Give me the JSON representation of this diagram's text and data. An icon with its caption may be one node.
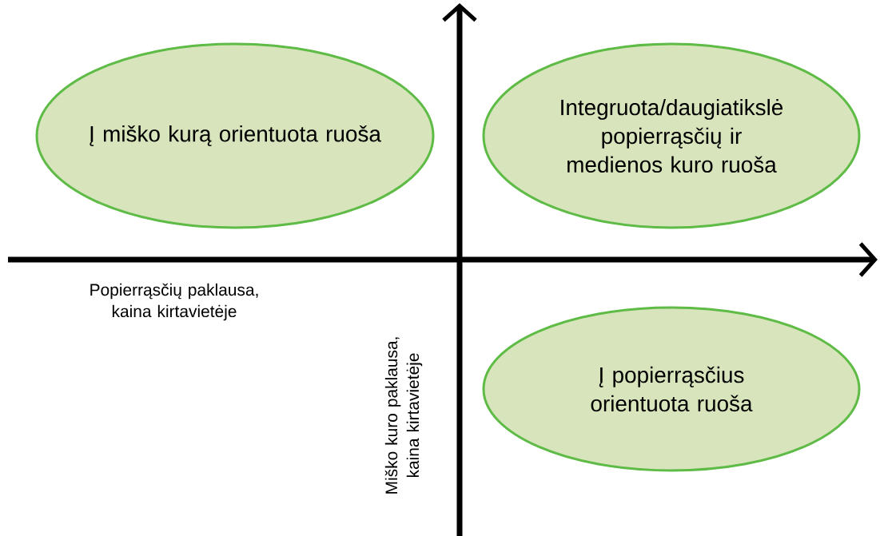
{
  "diagram": {
    "nodes": [
      {
        "text": [
          "Į miško kurą orientuota ruoša"
        ]
      },
      {
        "text": [
          "Integruota/daugiatikslė popierrąsčių ir medienos kuro ruoša"
        ]
      },
      {
        "text": [
          "Į popierrąsčius orientuota ruoša"
        ]
      }
    ],
    "labels": [
      "Popierrąsčių paklausa, kaina kirtavietėje",
      "Miško kuro paklausa, kaina kirtavietėje"
    ]
  }
}
